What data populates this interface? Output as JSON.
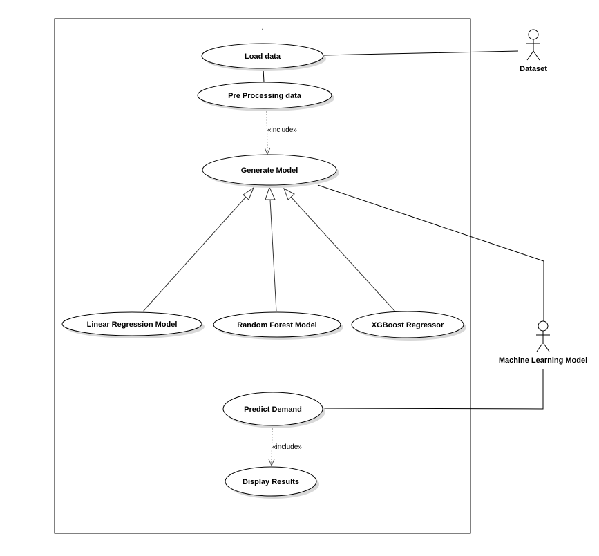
{
  "system_boundary": {
    "mark": "."
  },
  "use_cases": {
    "load_data": "Load data",
    "pre_processing": "Pre Processing data",
    "generate_model": "Generate Model",
    "linear_regression": "Linear Regression Model",
    "random_forest": "Random Forest Model",
    "xgboost": "XGBoost Regressor",
    "predict_demand": "Predict Demand",
    "display_results": "Display Results"
  },
  "actors": {
    "dataset": "Dataset",
    "ml_model": "Machine Learning Model"
  },
  "relations": {
    "include_1": "«include»",
    "include_2": "«include»"
  }
}
